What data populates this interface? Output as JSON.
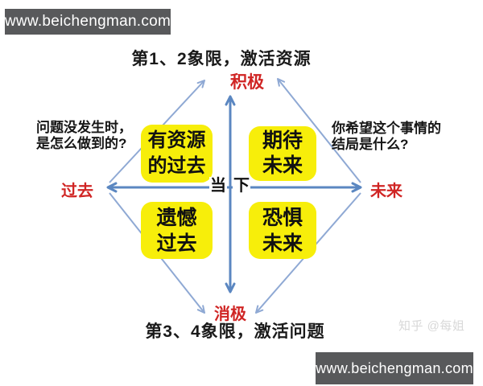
{
  "watermarks": {
    "site_top": "www.beichengman.com",
    "site_bottom": "www.beichengman.com",
    "zhihu": "知乎 @每姐"
  },
  "captions": {
    "top": "第1、2象限，激活资源",
    "bottom": "第3、4象限，激活问题"
  },
  "axes": {
    "up": "积极",
    "down": "消极",
    "left": "过去",
    "right": "未来",
    "center": "当下",
    "center_chars": [
      "当",
      "下"
    ]
  },
  "questions": {
    "left": [
      "问题没发生时，",
      "是怎么做到的?"
    ],
    "right": [
      "你希望这个事情的",
      "结局是什么?"
    ]
  },
  "quadrants": [
    {
      "position": "top-left",
      "lines": [
        "有资源",
        "的过去"
      ]
    },
    {
      "position": "top-right",
      "lines": [
        "期待",
        "未来"
      ]
    },
    {
      "position": "bottom-left",
      "lines": [
        "遗憾",
        "过去"
      ]
    },
    {
      "position": "bottom-right",
      "lines": [
        "恐惧",
        "未来"
      ]
    }
  ],
  "colors": {
    "axis_blue": "#5b87c1",
    "diagonal_blue": "#8fa9d4",
    "accent_red": "#d02524",
    "quadrant_yellow": "#f7ee0a",
    "banner_gray": "#58595b",
    "watermark_gray": "#d8d8d8",
    "text_black": "#1a1a1a"
  }
}
